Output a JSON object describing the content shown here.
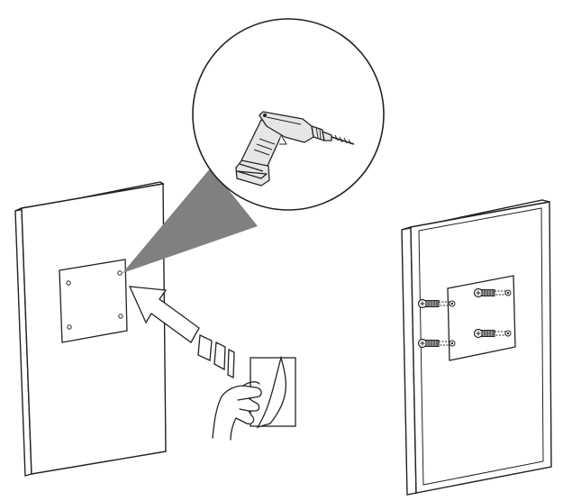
{
  "diagram": {
    "steps": [
      {
        "name": "drill-holes-through-template",
        "tool": "drill-icon"
      },
      {
        "name": "peel-protective-film-from-template",
        "tool": "hand-icon"
      },
      {
        "name": "insert-wall-anchors-and-screws",
        "tool": "wall-anchor-screw-icon"
      }
    ],
    "anchor_count": 4,
    "colors": {
      "stroke": "#222222",
      "panel_fill": "#ffffff",
      "wedge": "#808080",
      "drill_fill": "#e6e6e6",
      "anchor_fill": "#9a9a9a"
    }
  }
}
